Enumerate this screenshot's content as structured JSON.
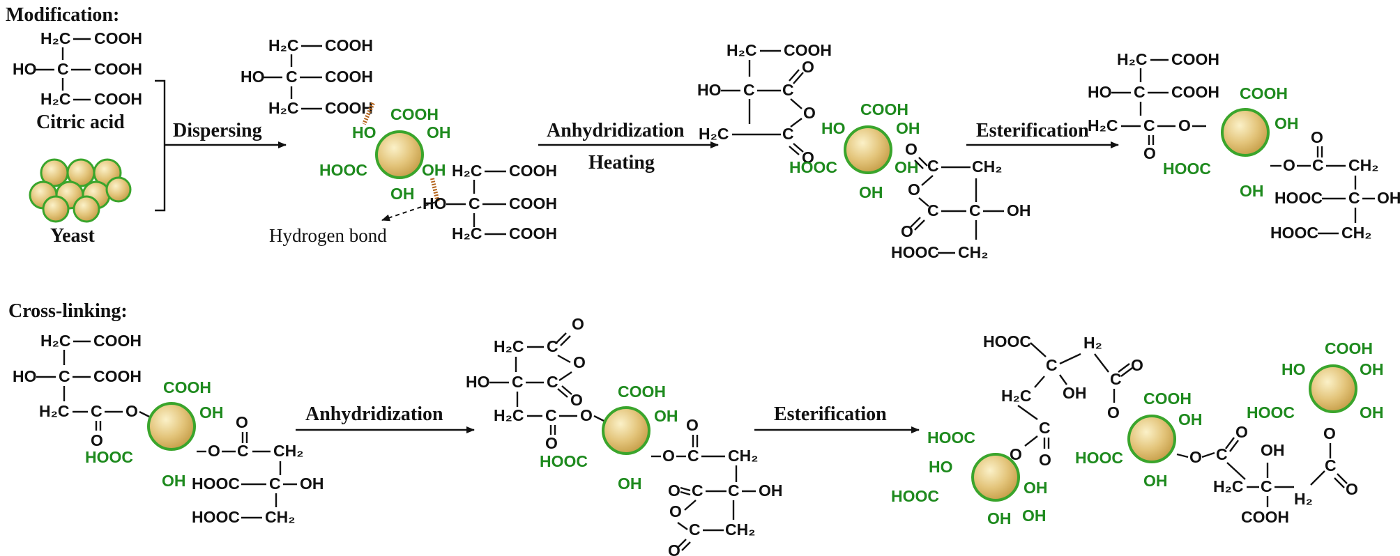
{
  "sections": {
    "modification": "Modification:",
    "cross_linking": "Cross-linking:"
  },
  "arrows": {
    "dispersing": "Dispersing",
    "anhydridization_1": "Anhydridization",
    "heating": "Heating",
    "esterification_1": "Esterification",
    "anhydridization_2": "Anhydridization",
    "esterification_2": "Esterification"
  },
  "labels": {
    "citric_acid": "Citric acid",
    "yeast": "Yeast",
    "hydrogen_bond": "Hydrogen bond"
  },
  "groups": {
    "cooh": "COOH",
    "hooc": "HOOC",
    "oh": "OH",
    "ho": "HO",
    "c": "C",
    "o": "O",
    "h2c": "H₂C",
    "ch2": "CH₂",
    "h2": "H₂"
  },
  "colors": {
    "text": "#111111",
    "green_group": "#1e8a1e",
    "particle_fill": "#e3c47a",
    "particle_ring": "#3aa52c",
    "hbond": "#b5651d"
  }
}
